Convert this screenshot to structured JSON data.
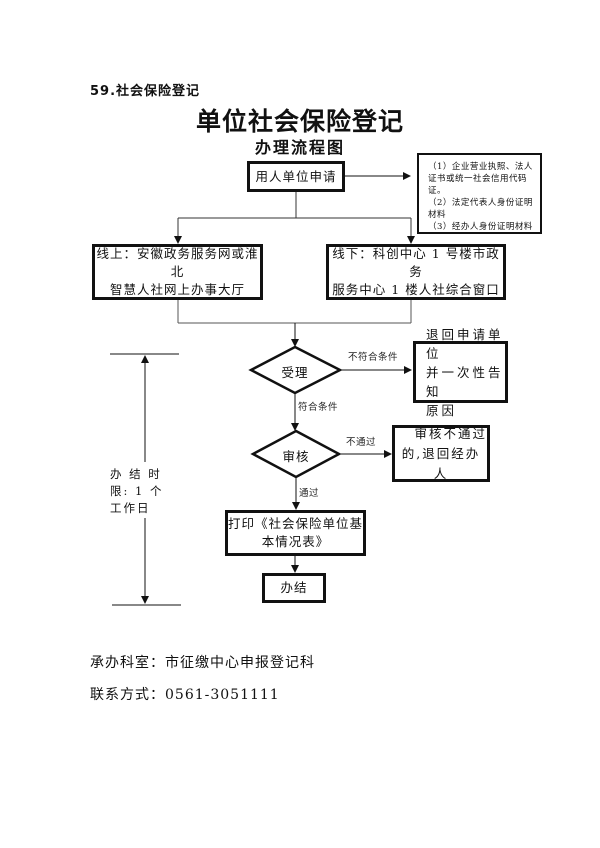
{
  "section_heading": "59.社会保险登记",
  "title": "单位社会保险登记",
  "subtitle": "办理流程图",
  "flowchart": {
    "start": "用人单位申请",
    "documents": [
      "（1）企业营业执照、法人证书或统一社会信用代码证。",
      "（2）法定代表人身份证明材料",
      "（3）经办人身份证明材料"
    ],
    "online": [
      "线上：安徽政务服务网或淮北",
      "智慧人社网上办事大厅"
    ],
    "offline": [
      "线下：科创中心 1 号楼市政务",
      "服务中心 1 楼人社综合窗口"
    ],
    "accept": {
      "label": "受理",
      "fail_label": "不符合条件",
      "pass_label": "符合条件",
      "reject_box": [
        "退回申请单位",
        "并一次性告知",
        "原因"
      ]
    },
    "review": {
      "label": "审核",
      "fail_label": "不通过",
      "pass_label": "通过",
      "reject_box": [
        "审核不通过",
        "的,退回经办人"
      ]
    },
    "print": [
      "打印《社会保险单位基",
      "本情况表》"
    ],
    "done": "办结",
    "time_limit": [
      "办 结 时",
      "限: 1 个",
      "工作日"
    ]
  },
  "footer": {
    "office_label": "承办科室：",
    "office_value": "市征缴中心申报登记科",
    "contact_label": "联系方式：",
    "contact_value": "0561-3051111"
  }
}
